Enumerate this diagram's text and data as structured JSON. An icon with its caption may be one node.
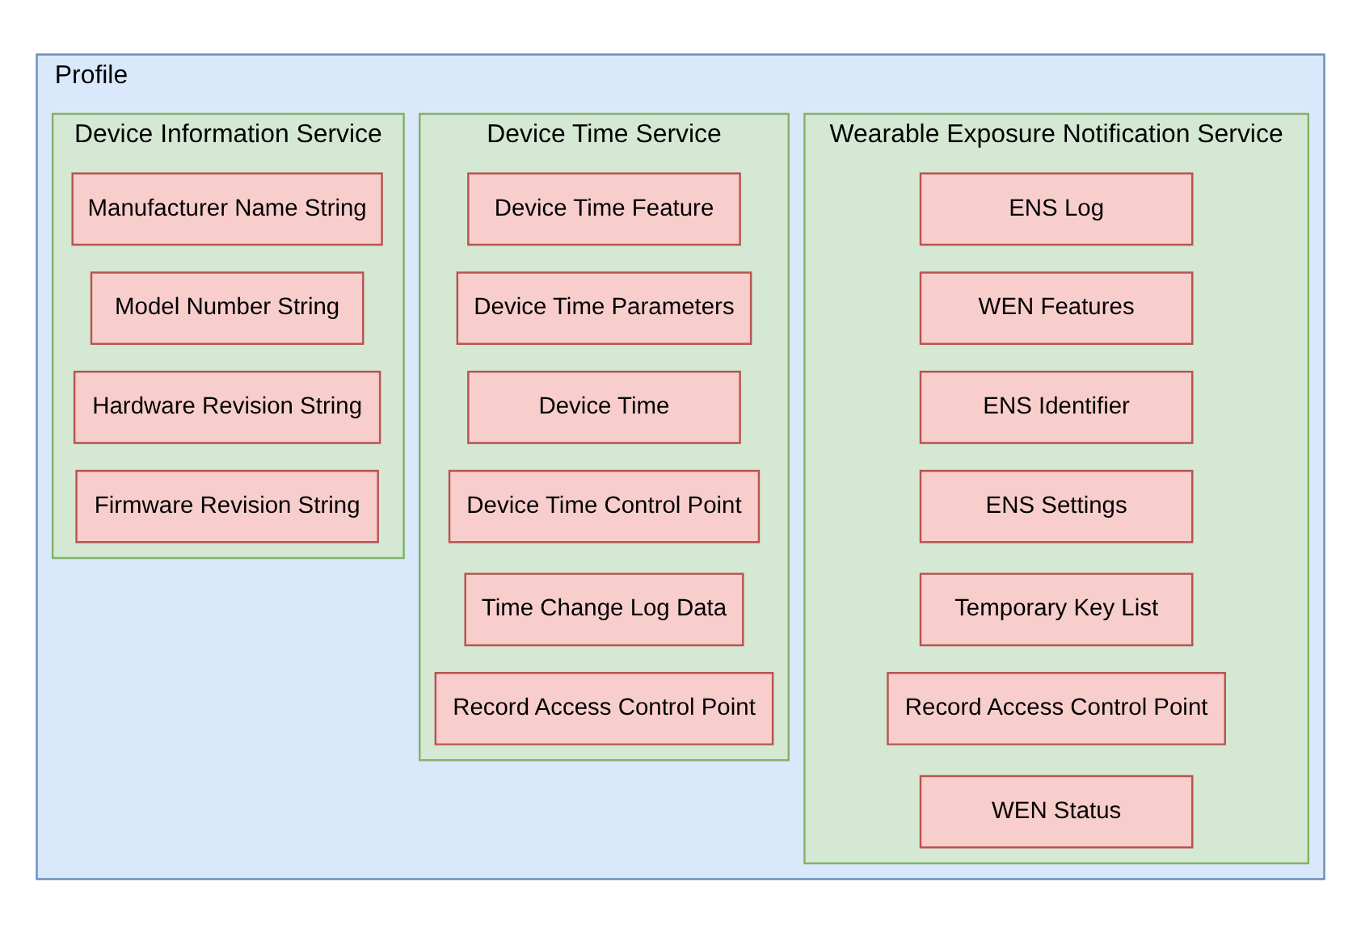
{
  "diagram": {
    "nodes": [
      {
        "text": [
          "Profile"
        ]
      },
      {
        "text": [
          "Wearable Exposure Notification Service"
        ],
        "in": 0
      },
      {
        "text": [
          "ENS Log"
        ],
        "in": 1
      },
      {
        "text": [
          "WEN Features"
        ],
        "in": 1
      },
      {
        "text": [
          "ENS Identifier"
        ],
        "in": 1
      },
      {
        "text": [
          "ENS Settings"
        ],
        "in": 1
      },
      {
        "text": [
          "Temporary Key List"
        ],
        "in": 1
      },
      {
        "text": [
          "Record Access Control Point"
        ],
        "in": 1
      },
      {
        "text": [
          "WEN Status"
        ],
        "in": 1
      },
      {
        "text": [
          "Device Time Service"
        ],
        "in": 0
      },
      {
        "text": [
          "Device Time Feature"
        ],
        "in": 9
      },
      {
        "text": [
          "Device Time Parameters"
        ],
        "in": 9
      },
      {
        "text": [
          "Device Time"
        ],
        "in": 9
      },
      {
        "text": [
          "Device Time Control Point"
        ],
        "in": 9
      },
      {
        "text": [
          "Time Change Log Data"
        ],
        "in": 9
      },
      {
        "text": [
          "Record Access Control Point"
        ],
        "in": 9
      },
      {
        "text": [
          "Device Information Service"
        ],
        "in": 0
      },
      {
        "text": [
          "Manufacturer Name String"
        ],
        "in": 16
      },
      {
        "text": [
          "Model Number String"
        ],
        "in": 16
      },
      {
        "text": [
          "Hardware Revision String"
        ],
        "in": 16
      },
      {
        "text": [
          "Firmware Revision String"
        ],
        "in": 16
      }
    ]
  }
}
